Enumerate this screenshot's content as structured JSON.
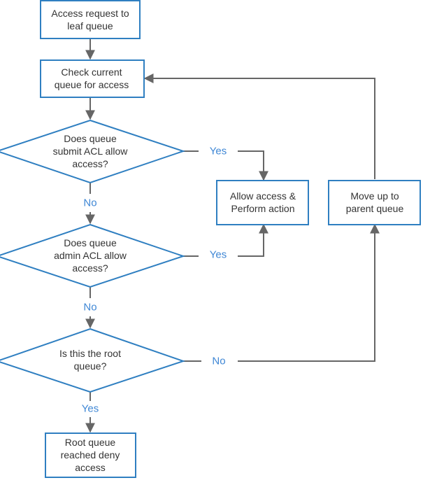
{
  "colors": {
    "box_stroke": "#2f7fc1",
    "edge_stroke": "#666666",
    "label_color": "#3f87d5",
    "text_color": "#333333"
  },
  "nodes": {
    "start": {
      "lines": [
        "Access request to",
        "leaf queue"
      ]
    },
    "check": {
      "lines": [
        "Check current",
        "queue for access"
      ]
    },
    "submit": {
      "lines": [
        "Does queue",
        "submit ACL allow",
        "access?"
      ]
    },
    "admin": {
      "lines": [
        "Does queue",
        "admin ACL allow",
        "access?"
      ]
    },
    "root": {
      "lines": [
        "Is this the root",
        "queue?"
      ]
    },
    "allow": {
      "lines": [
        "Allow access &",
        "Perform action"
      ]
    },
    "moveup": {
      "lines": [
        "Move up to",
        "parent queue"
      ]
    },
    "deny": {
      "lines": [
        "Root queue",
        "reached deny",
        "access"
      ]
    }
  },
  "edge_labels": {
    "submit_yes": "Yes",
    "submit_no": "No",
    "admin_yes": "Yes",
    "admin_no": "No",
    "root_no": "No",
    "root_yes": "Yes"
  }
}
